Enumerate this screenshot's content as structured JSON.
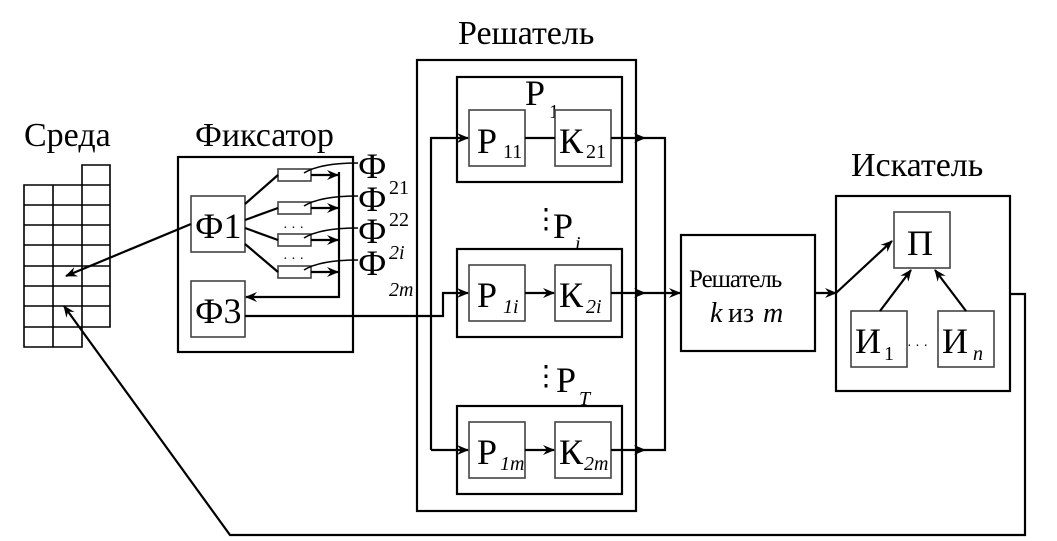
{
  "blocks": {
    "environment": {
      "title": "Среда"
    },
    "fixator": {
      "title": "Фиксатор",
      "f1": "Ф1",
      "f3": "Ф3",
      "outputs": [
        {
          "base": "Ф",
          "index": "21"
        },
        {
          "base": "Ф",
          "index": "22"
        },
        {
          "base": "Ф",
          "index": "2i"
        },
        {
          "base": "Ф",
          "index": "2m"
        }
      ],
      "ellipsis": "· · ·"
    },
    "solver": {
      "title": "Решатель",
      "groups": [
        {
          "label": "Р",
          "label_index": "1",
          "r": "Р",
          "r_index": "11",
          "k": "К",
          "k_index": "21"
        },
        {
          "label": "Р",
          "label_index": "i",
          "r": "Р",
          "r_index": "1i",
          "k": "К",
          "k_index": "2i"
        },
        {
          "label": "Р",
          "label_index": "T",
          "r": "Р",
          "r_index": "1m",
          "k": "К",
          "k_index": "2m"
        }
      ],
      "vdots": "⋮"
    },
    "k_of_m": {
      "line1": "Решатель",
      "k": "k",
      "iz": "из",
      "m": "m"
    },
    "seeker": {
      "title": "Искатель",
      "p": "П",
      "i1": "И",
      "i1_index": "1",
      "in": "И",
      "in_index": "n",
      "ellipsis": "· · ·"
    }
  }
}
